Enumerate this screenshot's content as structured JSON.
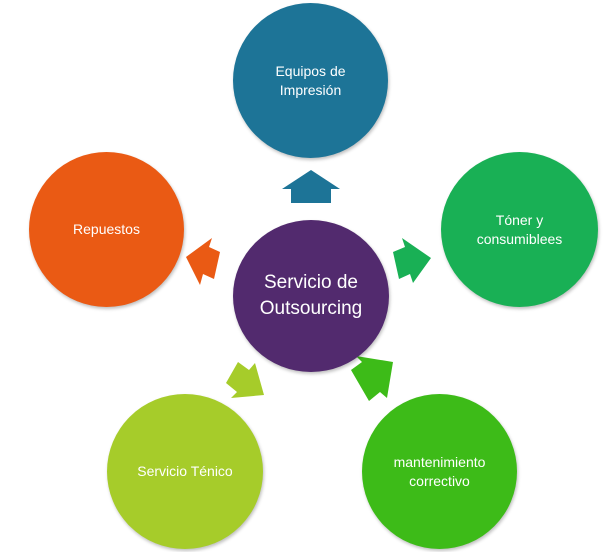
{
  "diagram": {
    "center": {
      "label": "Servicio  de Outsourcing",
      "color": "#522a6e"
    },
    "nodes": [
      {
        "id": "equipos",
        "label": "Equipos de Impresión",
        "color": "#1d7497"
      },
      {
        "id": "toner",
        "label": "Tóner y consumiblees",
        "color": "#19b055"
      },
      {
        "id": "mant",
        "label": "mantenimiento correctivo",
        "color": "#3dbb18"
      },
      {
        "id": "servicio",
        "label": "Servicio Ténico",
        "color": "#a6cc2a"
      },
      {
        "id": "repuestos",
        "label": "Repuestos",
        "color": "#ea5a14"
      }
    ]
  }
}
